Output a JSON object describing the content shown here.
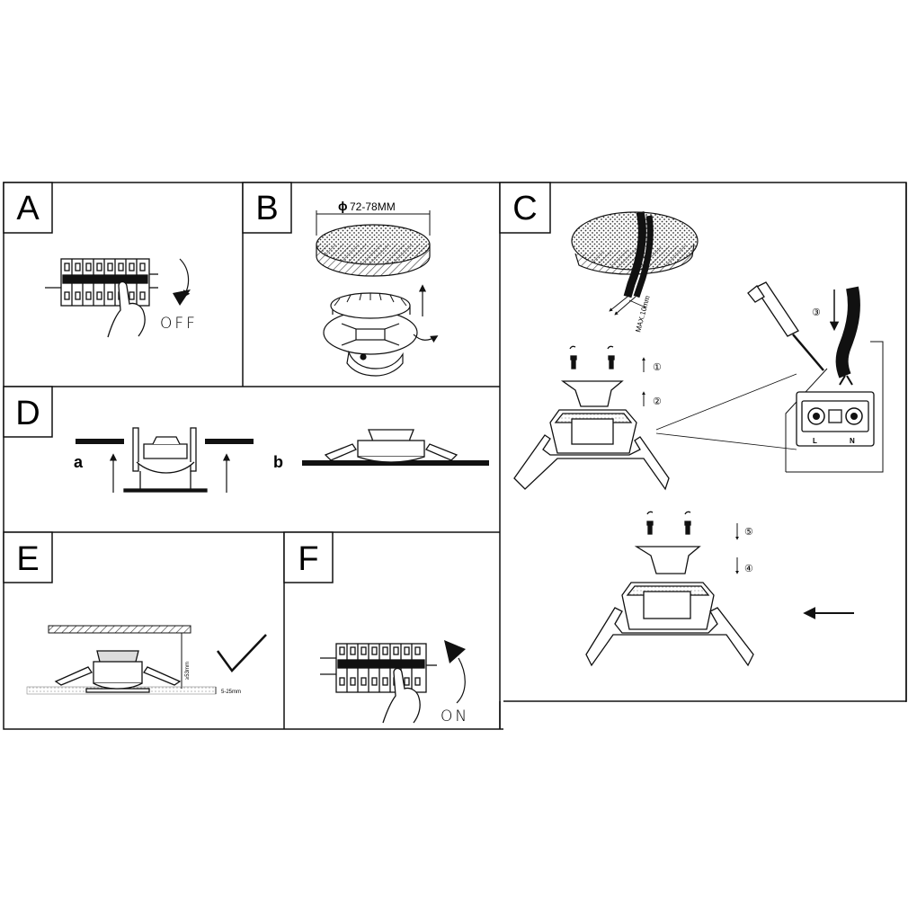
{
  "panels": {
    "a": {
      "letter": "A",
      "switch_label": "OFF"
    },
    "b": {
      "letter": "B",
      "dimension": "72-78MM",
      "phi": "ϕ"
    },
    "c": {
      "letter": "C",
      "max_label": "MAX.10mm",
      "step1": "①",
      "step2": "②",
      "step3": "③",
      "step4": "④",
      "step5": "⑤",
      "terminal_l": "L",
      "terminal_n": "N"
    },
    "d": {
      "letter": "D",
      "sub_a": "a",
      "sub_b": "b"
    },
    "e": {
      "letter": "E",
      "height_label": "≥53mm",
      "thickness_label": "5-25mm"
    },
    "f": {
      "letter": "F",
      "switch_label": "ON"
    }
  },
  "colors": {
    "line": "#111111",
    "background": "#ffffff",
    "hatch": "#555555"
  },
  "icons": [
    "checkmark-icon",
    "arrow-left-icon",
    "arrow-up-icon",
    "arrow-down-icon",
    "screw-icon",
    "screwdriver-icon",
    "hand-icon",
    "breaker-icon"
  ]
}
